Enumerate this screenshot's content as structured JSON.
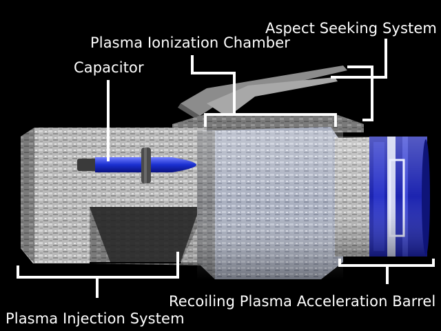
{
  "labels": {
    "aspect_seeking_system": "Aspect Seeking System",
    "plasma_ionization_chamber": "Plasma Ionization Chamber",
    "capacitor": "Capacitor",
    "recoiling_plasma_acceleration_barrel": "Recoiling Plasma Acceleration Barrel",
    "plasma_injection_system": "Plasma Injection System"
  },
  "colors": {
    "background": "#000000",
    "label_text": "#ffffff",
    "callout_lines": "#ffffff",
    "hull_metal": "#bcbcbc",
    "capacitor_blue": "#1a2fd0",
    "barrel_blue": "#1c24b0"
  }
}
